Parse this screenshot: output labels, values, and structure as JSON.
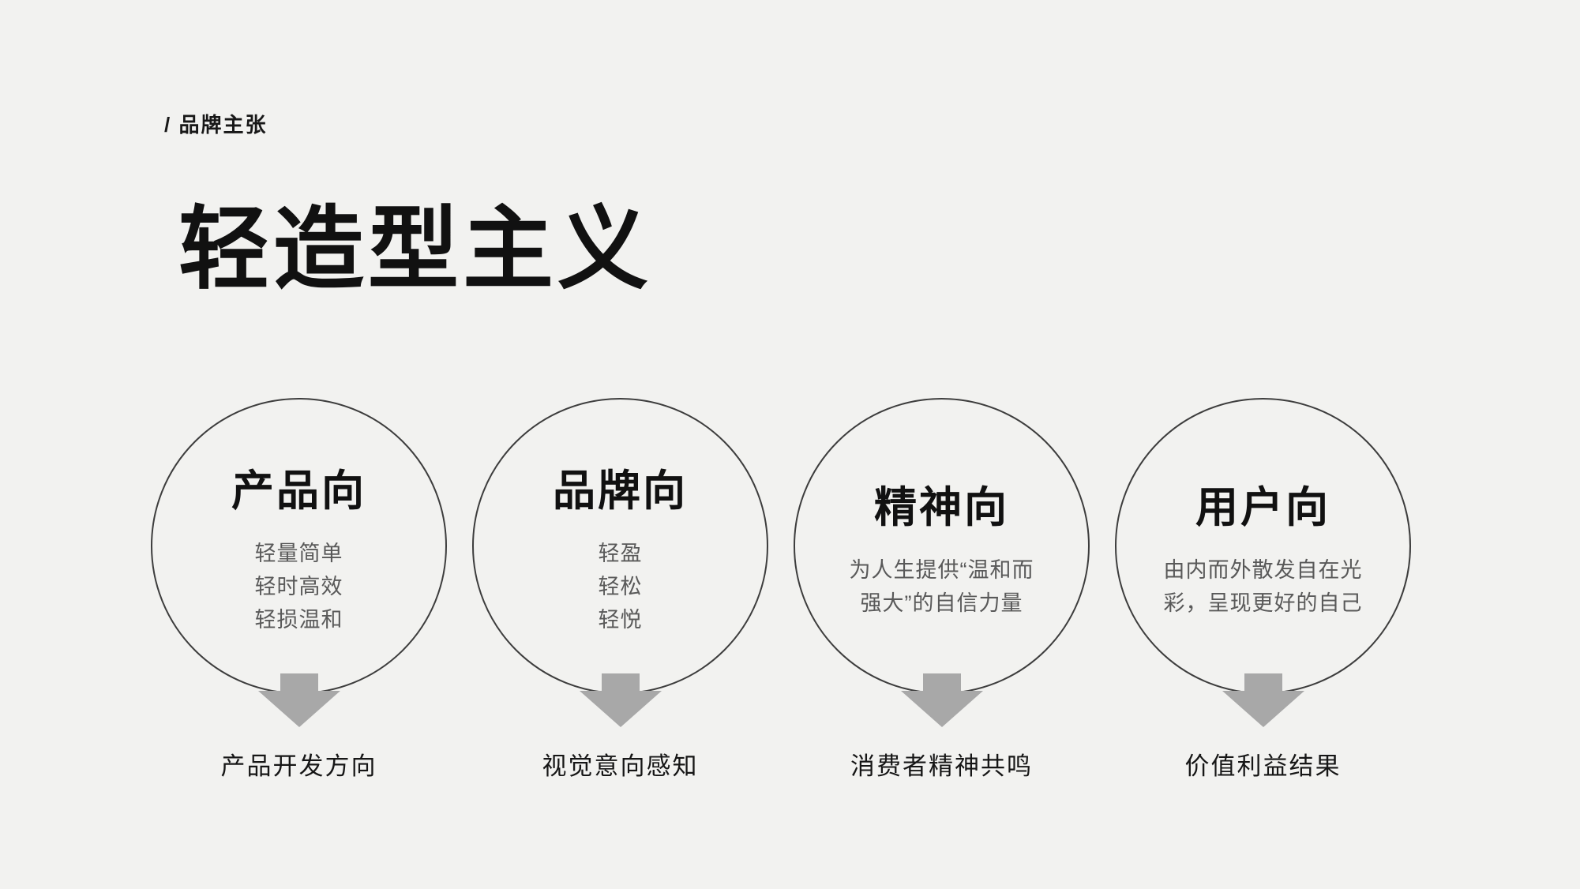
{
  "page": {
    "breadcrumb": "/ 品牌主张",
    "title": "轻造型主义"
  },
  "pillars": [
    {
      "heading": "产品向",
      "lines": [
        "轻量简单",
        "轻时高效",
        "轻损温和"
      ],
      "result": "产品开发方向"
    },
    {
      "heading": "品牌向",
      "lines": [
        "轻盈",
        "轻松",
        "轻悦"
      ],
      "result": "视觉意向感知"
    },
    {
      "heading": "精神向",
      "lines": [
        "为人生提供“温和而",
        "强大”的自信力量"
      ],
      "result": "消费者精神共鸣"
    },
    {
      "heading": "用户向",
      "lines": [
        "由内而外散发自在光",
        "彩，呈现更好的自己"
      ],
      "result": "价值利益结果"
    }
  ],
  "icons": {
    "pillar_arrow": "arrow-down-icon"
  },
  "colors": {
    "background": "#f2f2f0",
    "text": "#181818",
    "subtext": "#595959",
    "arrow": "#a8a8a8",
    "circle_border": "#3d3d3d"
  }
}
